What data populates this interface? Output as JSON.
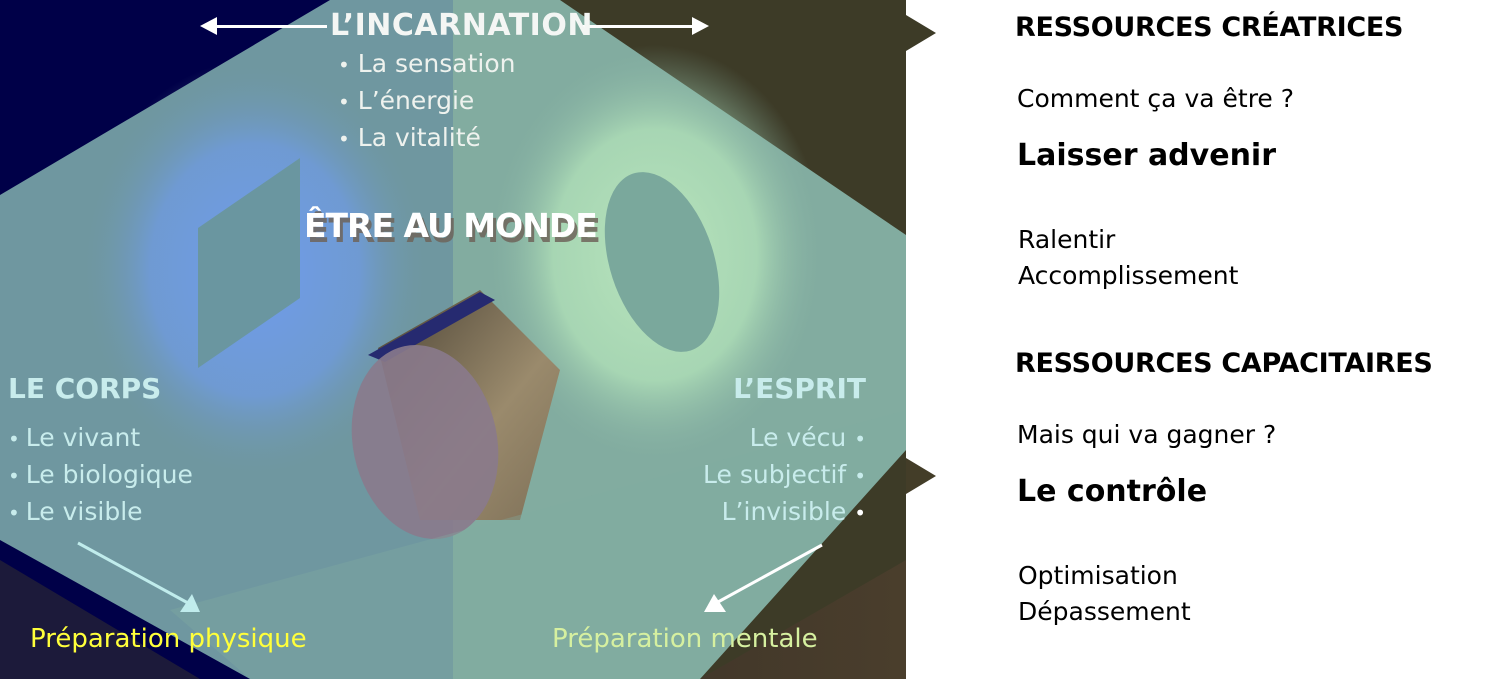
{
  "diagram": {
    "top": {
      "title": "L’INCARNATION",
      "items": [
        "La sensation",
        "L’énergie",
        "La vitalité"
      ],
      "arrow": "double-headed-horizontal"
    },
    "center": {
      "label": "ÊTRE AU MONDE"
    },
    "left": {
      "title": "LE CORPS",
      "items": [
        "Le vivant",
        "Le biologique",
        "Le visible"
      ],
      "outcome": "Préparation physique"
    },
    "right": {
      "title": "L’ESPRIT",
      "items": [
        "Le vécu",
        "Le subjectif",
        "L’invisible"
      ],
      "outcome": "Préparation mentale"
    },
    "bullet": "•",
    "colors": {
      "background_left": "#000048",
      "background_right": "#3d3b27",
      "plane": "#6f97a0",
      "plane_right": "#82aca0",
      "side_text": "#c8ecec",
      "outcome_left": "#ffff3a",
      "outcome_right": "#d6f0a0",
      "cylinder_face": "#8a7a8c",
      "cylinder_body": "#8a7a5e"
    }
  },
  "panel": {
    "creative": {
      "heading": "RESSOURCES CRÉATRICES",
      "question": "Comment ça va être ?",
      "key": "Laisser advenir",
      "lines": [
        "Ralentir",
        "Accomplissement"
      ]
    },
    "capacity": {
      "heading": "RESSOURCES CAPACITAIRES",
      "question": "Mais qui va gagner ?",
      "key": "Le contrôle",
      "lines": [
        "Optimisation",
        "Dépassement"
      ]
    }
  }
}
